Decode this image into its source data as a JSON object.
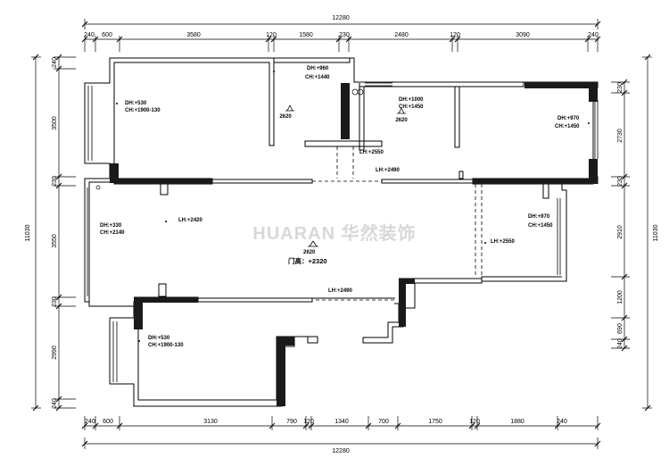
{
  "dimensions": {
    "top_total": "12280",
    "top_segments": [
      "240",
      "600",
      "3580",
      "120",
      "1580",
      "230",
      "2480",
      "120",
      "3090",
      "240"
    ],
    "bottom_total": "12280",
    "bottom_segments": [
      "240",
      "600",
      "3130",
      "790",
      "120",
      "1340",
      "700",
      "1750",
      "120",
      "1880",
      "240"
    ],
    "left_total": "11030",
    "left_segments": [
      "240",
      "3500",
      "230",
      "3550",
      "230",
      "2990",
      "240"
    ],
    "right_total": "11030",
    "right_segments": [
      "230",
      "2730",
      "230",
      "2910",
      "1200",
      "690",
      "240"
    ]
  },
  "annotations": {
    "dh960": "DH:+960",
    "ch1440": "CH:+1440",
    "dh1000": "DH:+1000",
    "ch1450a": "CH:+1450",
    "h2620a": "2620",
    "h2620b": "2620",
    "dh530a": "DH:+530",
    "ch1900a": "CH:+1900-130",
    "dh970a": "DH:+970",
    "ch1450b": "CH:+1450",
    "lh2550a": "LH:+2550",
    "lh2490a": "LH:+2490",
    "lh2420": "LH:+2420",
    "dh330": "DH:+330",
    "ch2140": "CH:+2140",
    "dh970b": "DH:+970",
    "ch1450c": "CH:+1450",
    "lh2550b": "LH:+2550",
    "h2620c": "2620",
    "door_height": "门高：+2320",
    "lh2490b": "LH:+2490",
    "dh530b": "DH:+530",
    "ch1900b": "CH:+1900-130"
  },
  "watermark": "HUARAN 华然装饰"
}
